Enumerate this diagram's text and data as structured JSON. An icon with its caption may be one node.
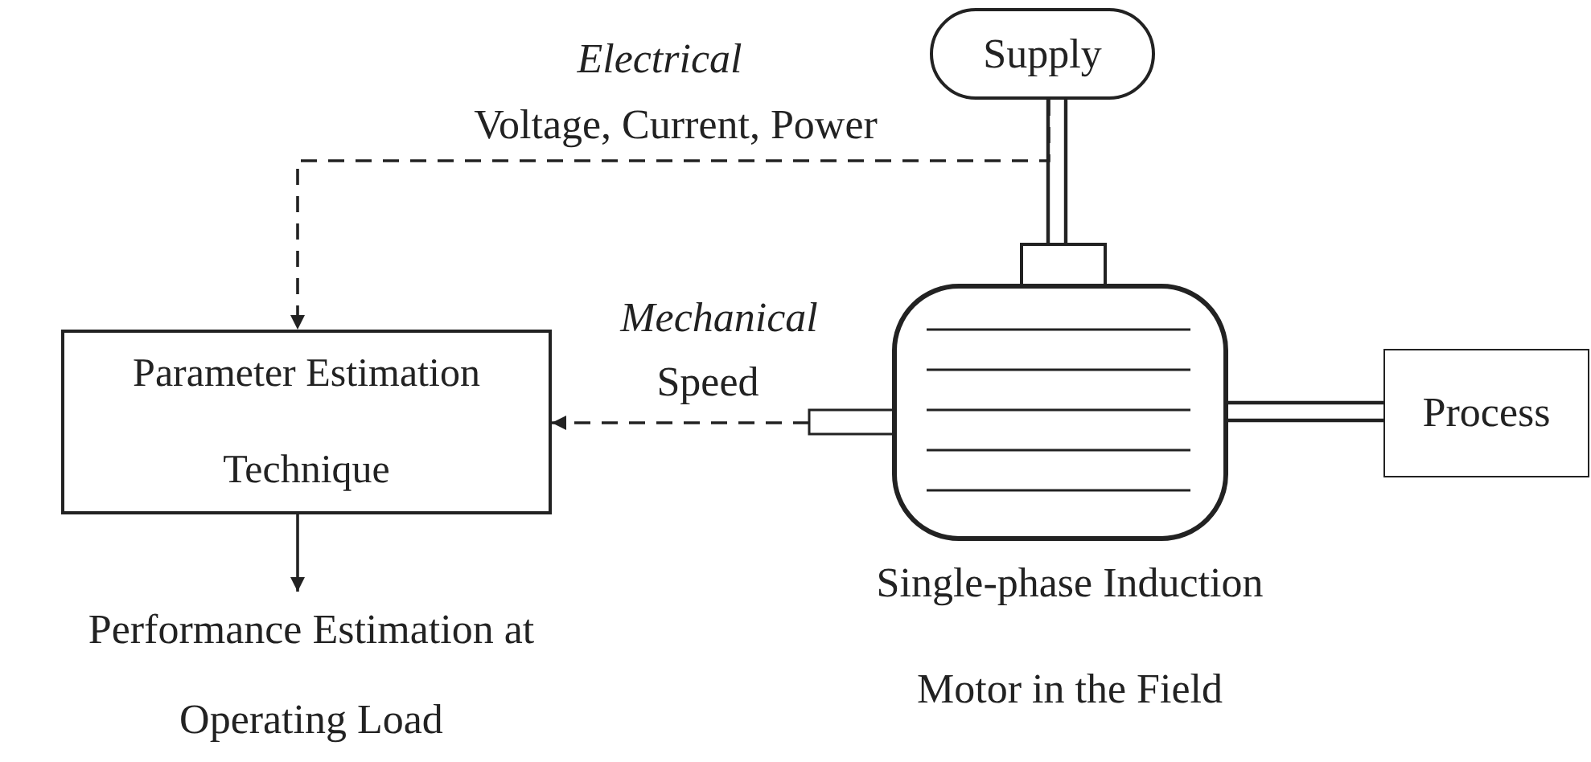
{
  "diagram": {
    "nodes": [
      {
        "text": [
          "Supply"
        ]
      },
      {
        "text": [
          "Parameter Estimation Technique"
        ]
      },
      {
        "text": [],
        "shape": "picture",
        "beside": [
          "Single-phase Induction Motor in the Field"
        ]
      },
      {
        "text": [
          "Process"
        ]
      },
      {
        "text": [
          "Performance Estimation at Operating Load"
        ]
      }
    ],
    "edges": [
      {
        "from": 0,
        "to": 2,
        "arrow": "none"
      },
      {
        "from": 2,
        "to": 3,
        "arrow": "none"
      },
      {
        "from": 0,
        "to": 1,
        "arrow": "to",
        "style": "dashed",
        "label": "Voltage, Current, Power"
      },
      {
        "from": 2,
        "to": 1,
        "arrow": "to",
        "style": "dashed",
        "label": "Speed"
      },
      {
        "from": 1,
        "to": 4,
        "arrow": "to"
      }
    ],
    "labels": [
      "Electrical",
      "Mechanical"
    ]
  }
}
